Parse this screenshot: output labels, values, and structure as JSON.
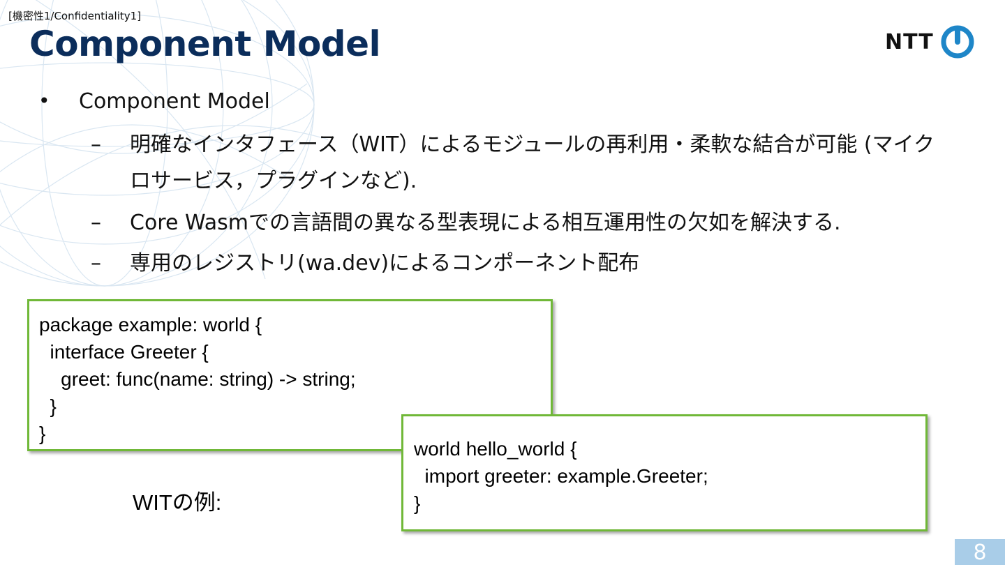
{
  "slide": {
    "confidentiality": "[機密性1/Confidentiality1]",
    "title": "Component Model",
    "logo_text": "NTT",
    "page_number": "8",
    "colors": {
      "title": "#0b2d5b",
      "code_border": "#70b838",
      "logo_blue": "#1e86c8",
      "page_badge": "#a9cde8"
    }
  },
  "bullets": {
    "main": {
      "marker": "•",
      "text": "Component Model"
    },
    "sub": [
      {
        "marker": "–",
        "text": "明確なインタフェース（WIT）によるモジュールの再利用・柔軟な結合が可能 (マイクロサービス，プラグインなど)."
      },
      {
        "marker": "–",
        "text": "Core Wasmでの言語間の異なる型表現による相互運用性の欠如を解決する."
      },
      {
        "marker": "–",
        "text": "専用のレジストリ(wa.dev)によるコンポーネント配布"
      }
    ]
  },
  "code_examples": {
    "package": "package example: world {\n  interface Greeter {\n    greet: func(name: string) -> string;\n  }\n}",
    "world": "world hello_world {\n  import greeter: example.Greeter;\n}",
    "caption": "WITの例:"
  },
  "icons": {
    "logo_mark": "ntt-logo-icon",
    "background": "globe-wireframe-decoration"
  }
}
